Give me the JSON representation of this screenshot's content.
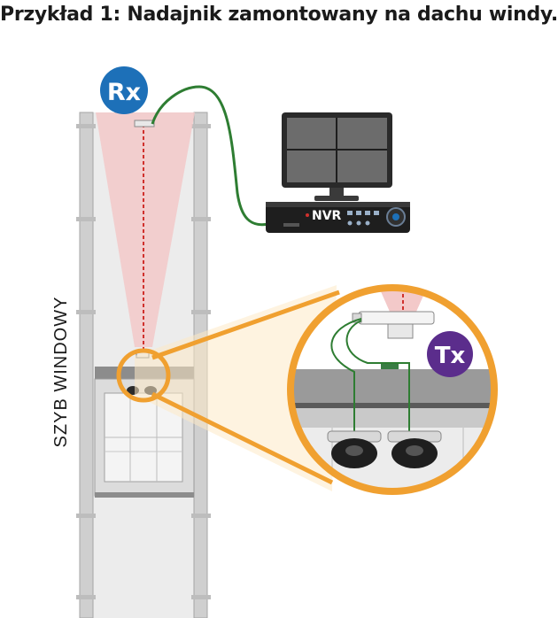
{
  "title": "Przykład 1: Nadajnik zamontowany na dachu windy.",
  "labels": {
    "shaft": "SZYB WINDOWY",
    "receiver_badge": "Rx",
    "transmitter_badge": "Tx",
    "recorder": "NVR"
  },
  "colors": {
    "receiver_badge": "#1d70b8",
    "transmitter_badge": "#5b2d8c",
    "zoom_ring": "#f0a030",
    "cable": "#2e7d32",
    "laser": "#d0312d",
    "beam": "#f3c9c9",
    "shaft_frame": "#bfbfbf"
  },
  "icons": [
    "monitor-icon",
    "nvr-recorder-icon",
    "dome-camera-icon",
    "laser-transmitter-icon",
    "laser-receiver-icon"
  ]
}
